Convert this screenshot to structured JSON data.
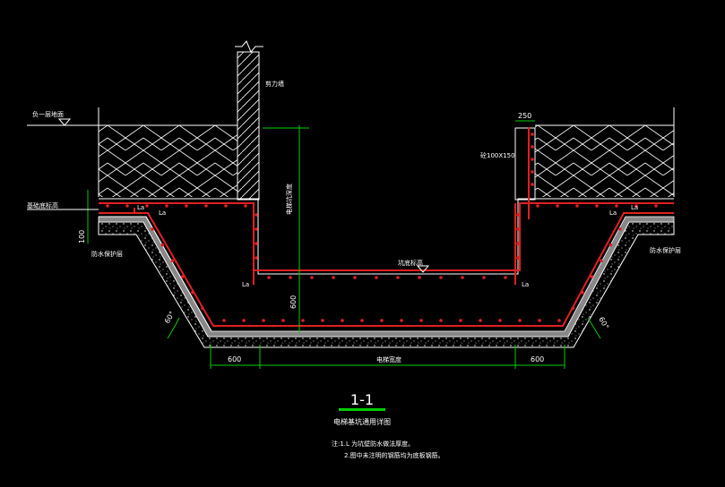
{
  "drawing": {
    "title": "1-1",
    "subtitle": "电梯基坑通用详图",
    "notes": {
      "line1": "注:1.L 为坑壁防水做法厚度。",
      "line2": "2.图中未注明的钢筋均为底板钢筋。"
    },
    "labels": {
      "wall": "剪力墙",
      "floor_level": "负一层地面",
      "base_level": "基础底标高",
      "pit_floor_level": "坑底标高",
      "waterproof_left": "防水保护层",
      "waterproof_right": "防水保护层",
      "pit_depth": "电梯坑深度",
      "pit_width": "电梯宽度",
      "curb": "砼100X150",
      "lap_length": "La"
    },
    "dimensions": {
      "top_wall": "250",
      "left_thickness": "100",
      "pit_drop": "600",
      "bottom_left": "600",
      "bottom_right": "600",
      "slope_angle_left": "60°",
      "slope_angle_right": "60°"
    }
  },
  "colors": {
    "background": "#000000",
    "outline": "#ffffff",
    "rebar": "#e02020",
    "dimension": "#00cc00",
    "text": "#ffffff",
    "title_underline": "#00cc00"
  }
}
